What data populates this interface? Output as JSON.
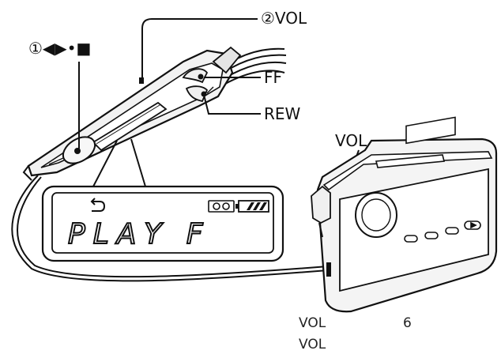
{
  "labels": {
    "play_stop": "①◀▶•■",
    "vol_remote": "②VOL",
    "ff": "FF",
    "rew": "REW",
    "vol_player": "VOL"
  },
  "display": {
    "text": "PLAY F",
    "repeat_icon": "repeat-arrow-icon",
    "tape_icon": "cassette-icon",
    "battery_icon": "battery-icon"
  },
  "notes": {
    "line1_left": "VOL",
    "line1_right": "6",
    "line2_left": "VOL"
  }
}
